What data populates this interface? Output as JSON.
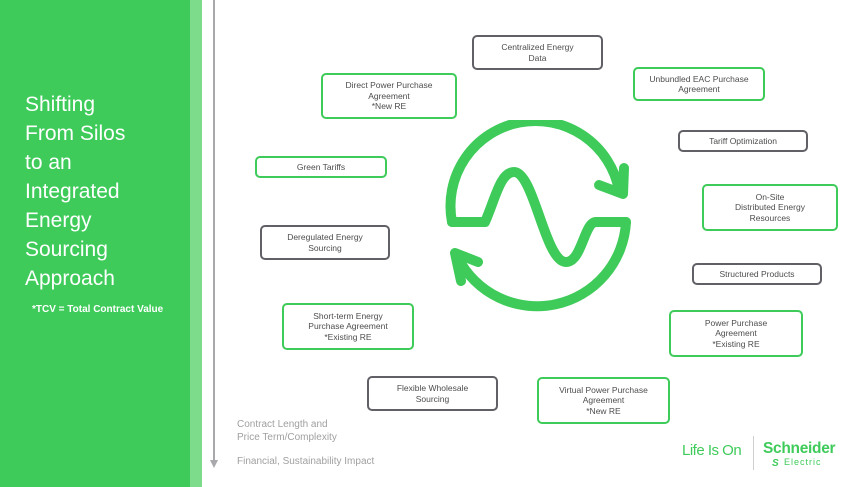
{
  "sidebar": {
    "title_lines": [
      "Shifting",
      "From Silos",
      "to an",
      "Integrated",
      "Energy",
      "Sourcing",
      "Approach"
    ],
    "note": "*TCV = Total Contract Value",
    "background_color": "#3ecb5a"
  },
  "diagram": {
    "center_icon": "cycle-sine-wave-icon",
    "boxes": [
      {
        "id": "centralized-energy-data",
        "lines": [
          "Centralized Energy",
          "Data"
        ],
        "style": "dark"
      },
      {
        "id": "direct-ppa",
        "lines": [
          "Direct Power Purchase",
          "Agreement",
          "*New RE"
        ],
        "style": "green"
      },
      {
        "id": "unbundled-eac",
        "lines": [
          "Unbundled EAC Purchase",
          "Agreement"
        ],
        "style": "green"
      },
      {
        "id": "tariff-optimization",
        "lines": [
          "Tariff Optimization"
        ],
        "style": "dark"
      },
      {
        "id": "green-tariffs",
        "lines": [
          "Green Tariffs"
        ],
        "style": "green"
      },
      {
        "id": "on-site-der",
        "lines": [
          "On-Site",
          "Distributed Energy",
          "Resources"
        ],
        "style": "green"
      },
      {
        "id": "deregulated-energy-sourcing",
        "lines": [
          "Deregulated Energy",
          "Sourcing"
        ],
        "style": "dark"
      },
      {
        "id": "structured-products",
        "lines": [
          "Structured Products"
        ],
        "style": "dark"
      },
      {
        "id": "short-term-epa",
        "lines": [
          "Short-term Energy",
          "Purchase Agreement",
          "*Existing RE"
        ],
        "style": "green"
      },
      {
        "id": "ppa-existing",
        "lines": [
          "Power Purchase",
          "Agreement",
          "*Existing RE"
        ],
        "style": "green"
      },
      {
        "id": "flexible-wholesale",
        "lines": [
          "Flexible Wholesale",
          "Sourcing"
        ],
        "style": "dark"
      },
      {
        "id": "vppa",
        "lines": [
          "Virtual Power Purchase",
          "Agreement",
          "*New RE"
        ],
        "style": "green"
      }
    ],
    "legend": {
      "axis_label_lines": [
        "Contract Length and",
        "Price Term/Complexity"
      ],
      "impact_label": "Financial, Sustainability Impact"
    },
    "colors": {
      "green": "#3ecb5a",
      "dark": "#606066",
      "text": "#4d4d4d",
      "axis": "#a8a8ad"
    }
  },
  "footer": {
    "tagline": "Life Is On",
    "brand_name": "Schneider",
    "brand_sub": "Electric"
  }
}
